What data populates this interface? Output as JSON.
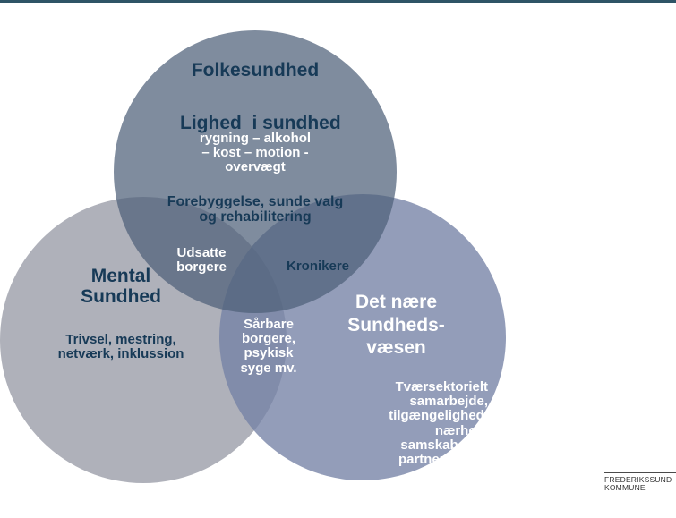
{
  "colors": {
    "rule": "#2f5466",
    "circle_top": "#4e5f78",
    "circle_left": "#a6a8b2",
    "circle_right": "#7581a5",
    "dark_text": "#173a57",
    "light_text": "#ffffff"
  },
  "top_circle": {
    "title_line1": "Folkesundhed",
    "title_line2": "Lighed  i sundhed",
    "topics_line1": "rygning – alkohol",
    "topics_line2": "– kost – motion -",
    "topics_line3": "overvægt"
  },
  "left_circle": {
    "title_line1": "Mental",
    "title_line2": "Sundhed",
    "topics_line1": "Trivsel, mestring,",
    "topics_line2": "netværk, inklussion"
  },
  "right_circle": {
    "title_line1": "Det nære",
    "title_line2": "Sundheds-",
    "title_line3": "væsen",
    "topics_line1": "Tværsektorielt",
    "topics_line2": "samarbejde,",
    "topics_line3": "tilgængelighed,",
    "topics_line4": "nærhed,",
    "topics_line5": "samskabelse,",
    "topics_line6": "partnerskaber"
  },
  "overlaps": {
    "top_right_line1": "Forebyggelse, sunde valg",
    "top_right_line2": "og rehabilitering",
    "top_left_line1": "Udsatte",
    "top_left_line2": "borgere",
    "right_top": "Kronikere",
    "center_line1": "Sårbare",
    "center_line2": "borgere,",
    "center_line3": "psykisk",
    "center_line4": "syge mv."
  },
  "logo": {
    "line1": "FREDERIKSSUND",
    "line2": "KOMMUNE"
  }
}
